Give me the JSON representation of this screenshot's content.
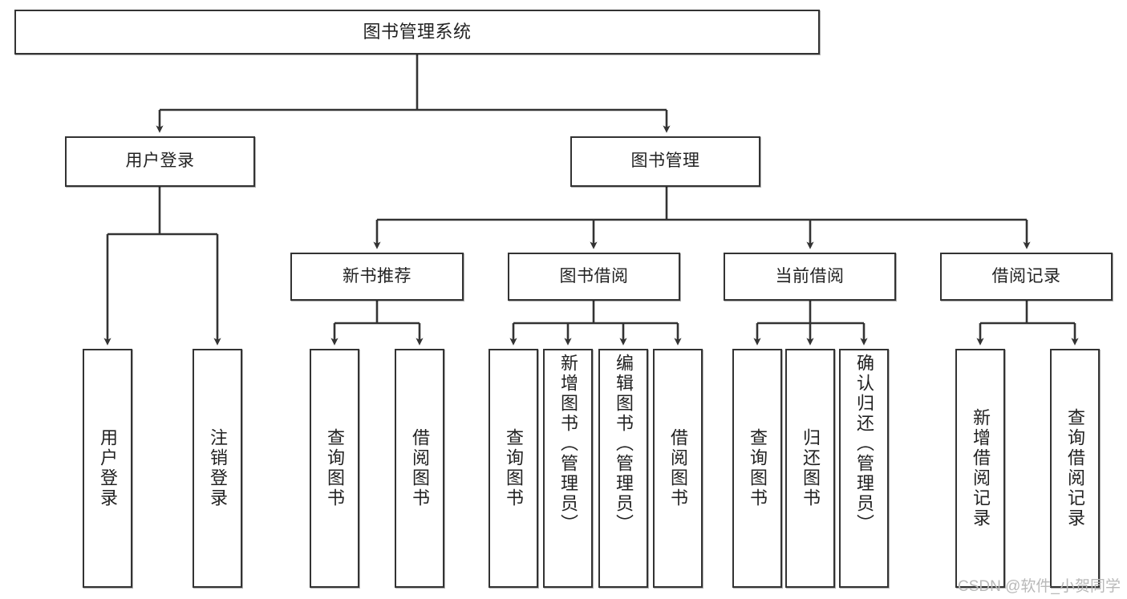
{
  "diagram": {
    "title": "图书管理系统",
    "type": "tree-hierarchy",
    "watermark": "CSDN @软件_小贺同学",
    "colors": {
      "box_border": "#333333",
      "box_fill": "#ffffff",
      "connector": "#333333",
      "text": "#222222",
      "watermark": "#b9b9b9",
      "background": "#ffffff"
    },
    "root": {
      "label": "图书管理系统"
    },
    "level2": [
      {
        "label": "用户登录"
      },
      {
        "label": "图书管理"
      }
    ],
    "level3": [
      {
        "label": "新书推荐"
      },
      {
        "label": "图书借阅"
      },
      {
        "label": "当前借阅"
      },
      {
        "label": "借阅记录"
      }
    ],
    "leaves": {
      "user_login": [
        {
          "label": "用户登录"
        },
        {
          "label": "注销登录"
        }
      ],
      "new_book_recommend": [
        {
          "label": "查询图书"
        },
        {
          "label": "借阅图书"
        }
      ],
      "book_borrow": [
        {
          "label": "查询图书"
        },
        {
          "label": "新增图书（管理员）"
        },
        {
          "label": "编辑图书（管理员）"
        },
        {
          "label": "借阅图书"
        }
      ],
      "current_borrow": [
        {
          "label": "查询图书"
        },
        {
          "label": "归还图书"
        },
        {
          "label": "确认归还（管理员）"
        }
      ],
      "borrow_record": [
        {
          "label": "新增借阅记录"
        },
        {
          "label": "查询借阅记录"
        }
      ]
    }
  }
}
